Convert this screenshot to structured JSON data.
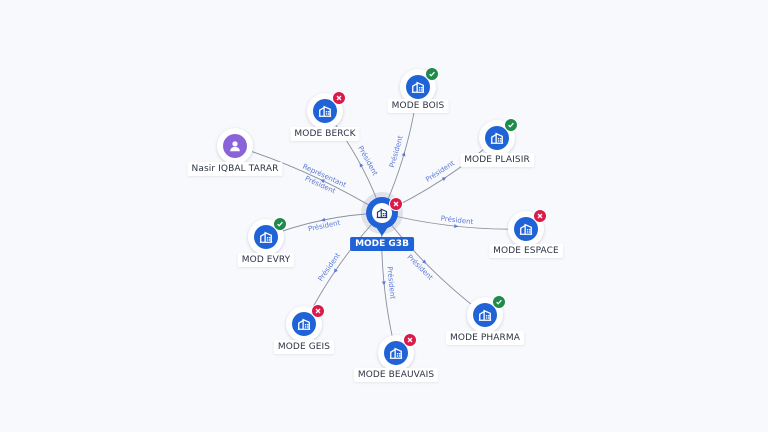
{
  "colors": {
    "company": "#1f63d6",
    "person": "#8a63d8",
    "active": "#1f8a4c",
    "inactive": "#d81b48",
    "edge": "#8a8f9e",
    "edge_label": "#5b7ad6"
  },
  "center": {
    "label": "MODE G3B",
    "status": "inactive",
    "icon": "building-icon"
  },
  "nodes": [
    {
      "id": "mode-bois",
      "label": "MODE BOIS",
      "kind": "company",
      "status": "active",
      "icon": "building-icon",
      "relation": "Président"
    },
    {
      "id": "mode-berck",
      "label": "MODE BERCK",
      "kind": "company",
      "status": "inactive",
      "icon": "building-icon",
      "relation": "Président"
    },
    {
      "id": "mode-plaisir",
      "label": "MODE PLAISIR",
      "kind": "company",
      "status": "active",
      "icon": "building-icon",
      "relation": "Président"
    },
    {
      "id": "nasir-iqbal-tarar",
      "label": "Nasir IQBAL TARAR",
      "kind": "person",
      "status": "none",
      "icon": "person-icon",
      "relation": "Président",
      "relation2": "Représentant"
    },
    {
      "id": "mode-espace",
      "label": "MODE ESPACE",
      "kind": "company",
      "status": "inactive",
      "icon": "building-icon",
      "relation": "Président"
    },
    {
      "id": "mod-evry",
      "label": "MOD EVRY",
      "kind": "company",
      "status": "active",
      "icon": "building-icon",
      "relation": "Président"
    },
    {
      "id": "mode-pharma",
      "label": "MODE PHARMA",
      "kind": "company",
      "status": "active",
      "icon": "building-icon",
      "relation": "Président"
    },
    {
      "id": "mode-geis",
      "label": "MODE GEIS",
      "kind": "company",
      "status": "inactive",
      "icon": "building-icon",
      "relation": "Président"
    },
    {
      "id": "mode-beauvais",
      "label": "MODE BEAUVAIS",
      "kind": "company",
      "status": "inactive",
      "icon": "building-icon",
      "relation": "Président"
    }
  ]
}
